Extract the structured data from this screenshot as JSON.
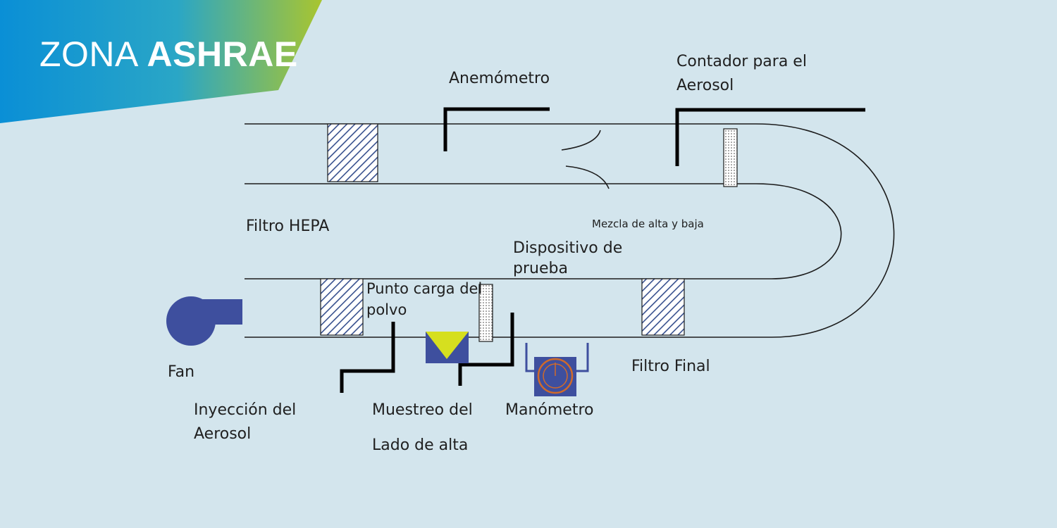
{
  "banner": {
    "prefix": "ZONA",
    "brand": "ASHRAE",
    "gradient": [
      "#0a8fd6",
      "#2aa6c6",
      "#a9c52f"
    ]
  },
  "colors": {
    "background": "#d3e5ed",
    "duct_line": "#1c1c1c",
    "probe": "#000000",
    "filter_hatch": "#37508e",
    "fan": "#3e4f9e",
    "sampler_yellow": "#d6df1f",
    "manometer_ring": "#d06a2a"
  },
  "labels": {
    "anemometro": "Anemómetro",
    "contador_line1": "Contador para el",
    "contador_line2": "Aerosol",
    "filtro_hepa": "Filtro HEPA",
    "mezcla": "Mezcla de alta y baja",
    "dispositivo_line1": "Dispositivo de",
    "dispositivo_line2": "prueba",
    "punto_line1": "Punto carga del",
    "punto_line2": "polvo",
    "fan": "Fan",
    "filtro_final": "Filtro Final",
    "inyeccion_line1": "Inyección del",
    "inyeccion_line2": "Aerosol",
    "muestreo_line1": "Muestreo del",
    "muestreo_line2": "Lado de alta",
    "manometro": "Manómetro"
  }
}
